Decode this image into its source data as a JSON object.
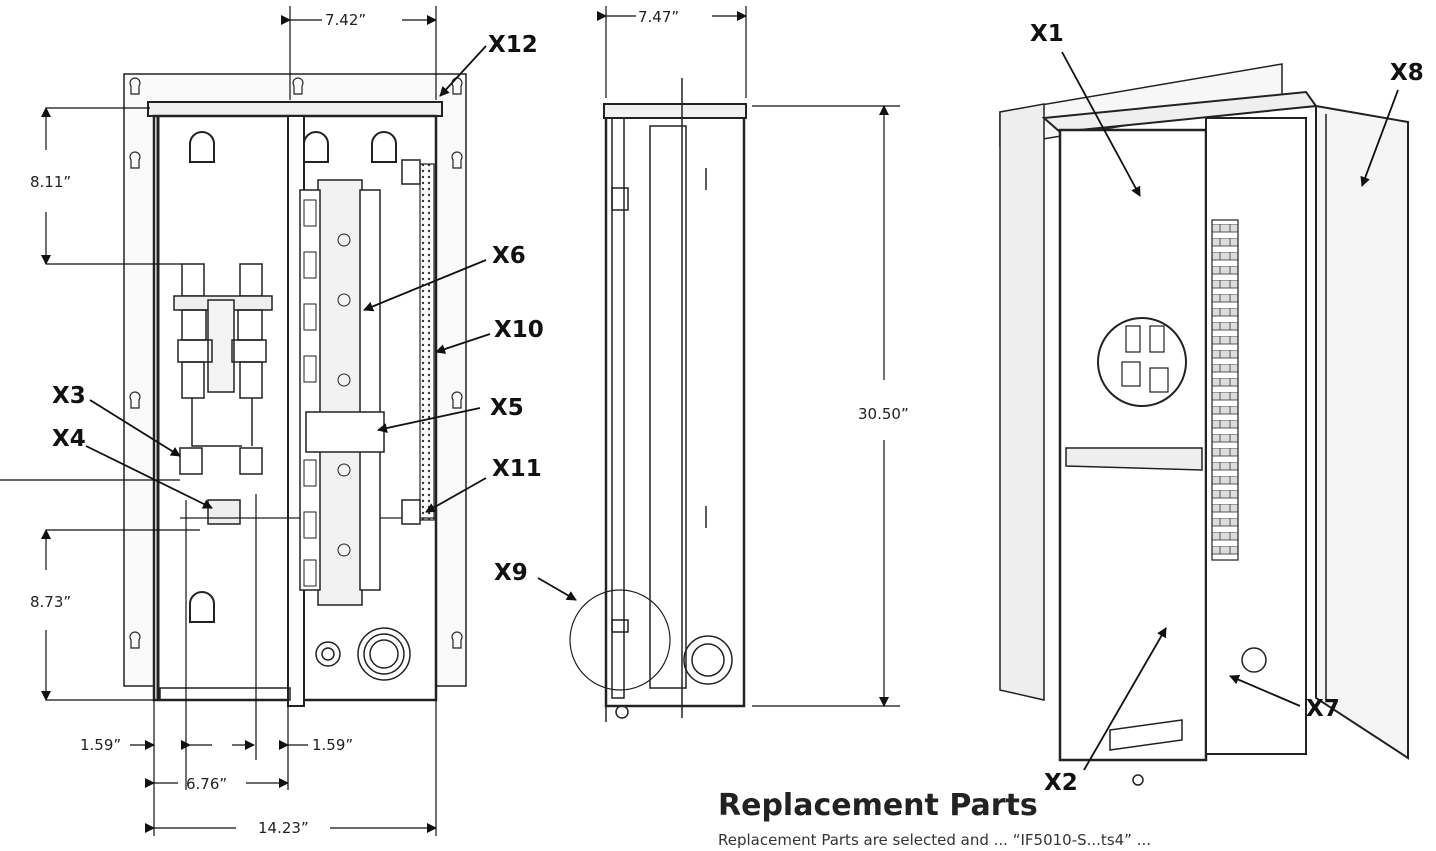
{
  "dimensions": {
    "top_width_front": "7.42”",
    "top_width_side": "7.47”",
    "upper_height": "8.11”",
    "lower_height": "8.73”",
    "overall_height": "30.50”",
    "left_offset": "1.59”",
    "right_offset": "1.59”",
    "inner_width": "6.76”",
    "overall_width": "14.23”"
  },
  "callouts": [
    "X1",
    "X2",
    "X3",
    "X4",
    "X5",
    "X6",
    "X7",
    "X8",
    "X9",
    "X10",
    "X11",
    "X12"
  ],
  "section": {
    "heading": "Replacement Parts",
    "subtext": "Replacement  Parts  are  selected  and  ... “IF5010-S...ts4”  ..."
  }
}
